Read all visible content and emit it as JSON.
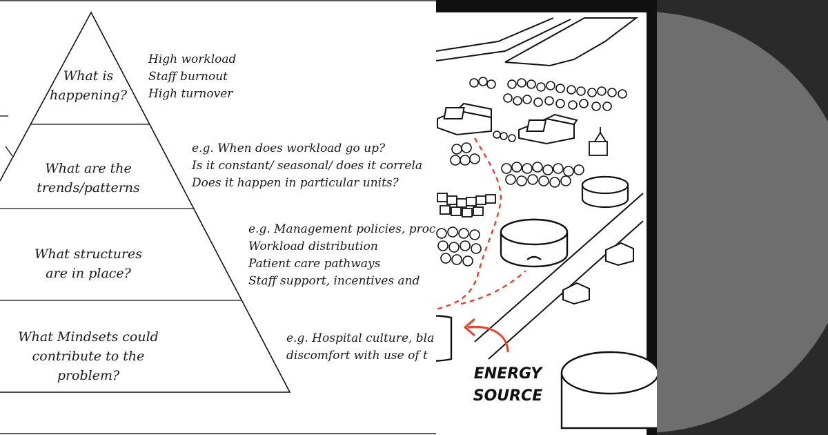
{
  "pyramid": {
    "levels": [
      {
        "label_lines": [
          "What is",
          "happening?"
        ],
        "notes": [
          "High workload",
          "Staff burnout",
          "High turnover"
        ]
      },
      {
        "label_lines": [
          "What are the",
          "trends/patterns"
        ],
        "notes": [
          "e.g. When does workload go up?",
          "Is it constant/ seasonal/ does it correla",
          "Does it happen in particular units?"
        ]
      },
      {
        "label_lines": [
          "What structures",
          "are in place?"
        ],
        "notes": [
          "e.g. Management policies, proce",
          "Workload distribution",
          "Patient care pathways",
          "Staff support,  incentives and"
        ]
      },
      {
        "label_lines": [
          "What Mindsets could",
          "contribute to the",
          "problem?"
        ],
        "notes": [
          "e.g.  Hospital culture, bla",
          "discomfort with use of t"
        ]
      }
    ]
  },
  "sketch": {
    "energy_label_lines": [
      "ENERGY",
      "SOURCE"
    ]
  },
  "colors": {
    "ink": "#111111",
    "path_red": "#e8412a",
    "right_bg": "#2a2a2a",
    "right_circle": "#6e6e6e"
  }
}
